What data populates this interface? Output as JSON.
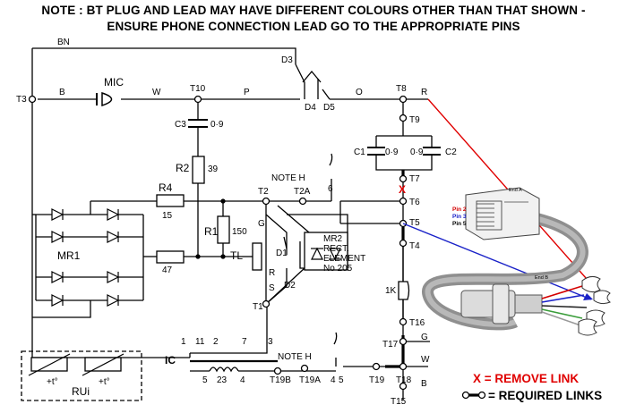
{
  "header": {
    "line1": "NOTE : BT PLUG AND LEAD MAY HAVE DIFFERENT COLOURS OTHER THAN THAT SHOWN -",
    "line2": "ENSURE PHONE CONNECTION LEAD GO TO THE APPROPRIATE PINS"
  },
  "wires": {
    "bn": "BN",
    "b_left": "B",
    "w_top": "W",
    "p": "P",
    "o": "O",
    "r": "R",
    "g": "G",
    "w_right": "W",
    "b_right": "B",
    "s": "S",
    "r_small": "R",
    "g_small": "G"
  },
  "components": {
    "mic": "MIC",
    "c3": "C3",
    "c3_val": "0·9",
    "c1": "C1",
    "c1_val": "0·9",
    "c2": "C2",
    "c2_val": "0·9",
    "r2": "R2",
    "r2_val": "39",
    "r4": "R4",
    "r4_val": "15",
    "r47": "47",
    "r1": "R1",
    "r1_val": "150",
    "tl": "TL",
    "d1": "D1",
    "d2": "D2",
    "d3": "D3",
    "d4": "D4",
    "d5": "D5",
    "d6": "6",
    "mr1": "MR1",
    "mr2_1": "MR2",
    "mr2_2": "RECT.",
    "mr2_3": "ELEMENT",
    "mr2_4": "No 205",
    "ic": "IC",
    "rui": "RUi",
    "therm": "+t°",
    "k": "1K",
    "note_h1": "NOTE H",
    "note_h2": "NOTE H",
    "coil_1": "1",
    "coil_11": "11",
    "coil_2": "2",
    "coil_7": "7",
    "coil_3": "3",
    "coil_5": "5",
    "coil_23": "23",
    "coil_4": "4",
    "sw_4": "4",
    "sw_5": "5"
  },
  "terminals": {
    "t3": "T3",
    "t10": "T10",
    "t8": "T8",
    "t9": "T9",
    "t7": "T7",
    "t6": "T6",
    "t5": "T5",
    "t4": "T4",
    "t2": "T2",
    "t2a": "T2A",
    "t1": "T1",
    "t16": "T16",
    "t17": "T17",
    "t18": "T18",
    "t19": "T19",
    "t19a": "T19A",
    "t19b": "T19B",
    "t15": "T15"
  },
  "plug": {
    "end_a": "End A",
    "end_b": "End B",
    "pin2": "Pin 2",
    "pin3": "Pin 3",
    "pin5": "Pin 5",
    "pin2_color": "#d40000",
    "pin3_color": "#1a22c8",
    "pin5_color": "#000000"
  },
  "legend": {
    "remove": "X = REMOVE LINK",
    "required": "= REQUIRED LINKS",
    "remove_mark": "X",
    "remove_color": "#e00000"
  },
  "colors": {
    "red_link": "#e00000",
    "blue_link": "#1a22c8",
    "cable": "#9a9a9a"
  }
}
